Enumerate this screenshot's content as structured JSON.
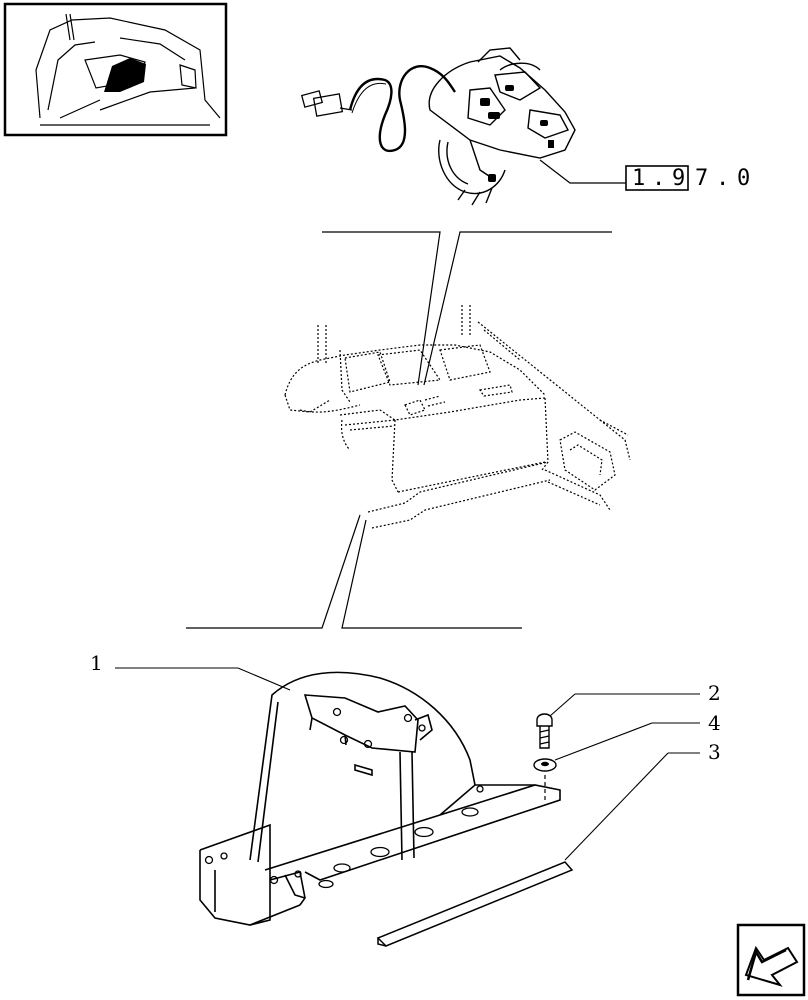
{
  "reference": {
    "boxed_chars": [
      "1",
      ".",
      "9"
    ],
    "trailing_chars": [
      "7",
      ".",
      "0"
    ]
  },
  "callouts": [
    {
      "id": "1",
      "text": "1"
    },
    {
      "id": "2",
      "text": "2"
    },
    {
      "id": "4",
      "text": "4"
    },
    {
      "id": "3",
      "text": "3"
    }
  ],
  "icons": {
    "thumbnail": "cab-location-thumbnail",
    "nav": "previous-page-arrow-icon"
  }
}
